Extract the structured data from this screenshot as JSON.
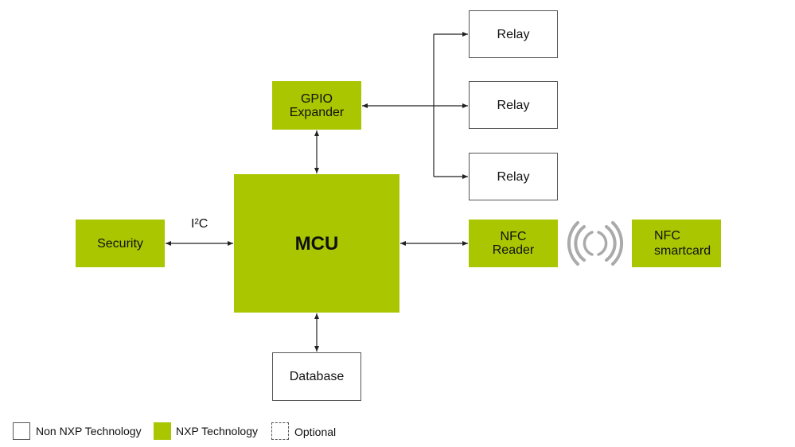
{
  "blocks": {
    "relay_1": "Relay",
    "relay_2": "Relay",
    "relay_3": "Relay",
    "gpio_expander": [
      "GPIO",
      "Expander"
    ],
    "mcu": "MCU",
    "security": "Security",
    "nfc_reader": [
      "NFC",
      "Reader"
    ],
    "nfc_smartcard": [
      "NFC",
      "smartcard"
    ],
    "database": "Database"
  },
  "labels": {
    "i2c": "I²C"
  },
  "legend": {
    "non_nxp": "Non NXP Technology",
    "nxp": "NXP Technology",
    "optional": "Optional"
  },
  "colors": {
    "nxp_green": "#a9c600",
    "line": "#222222",
    "wave": "#aaaaaa"
  },
  "icons": {
    "wireless": "nfc-wave-icon"
  }
}
